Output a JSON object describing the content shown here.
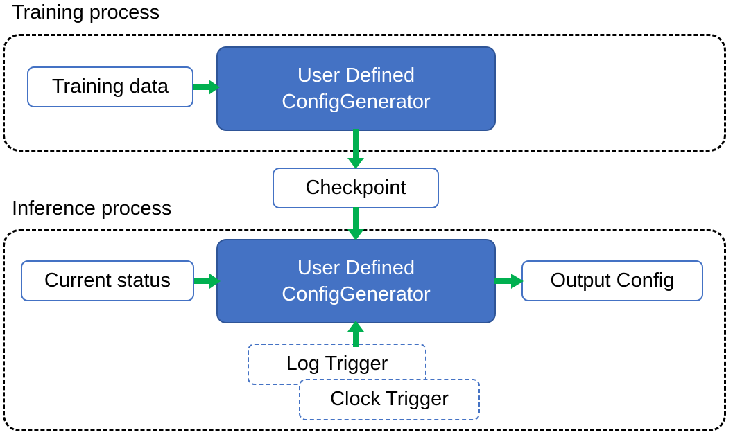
{
  "diagram": {
    "title_training": "Training process",
    "title_inference": "Inference process",
    "colors": {
      "process_fill": "#4472C4",
      "process_border": "#2F5597",
      "box_border": "#4472C4",
      "trigger_border": "#4472C4",
      "arrow": "#00B050",
      "container_border": "#000000",
      "text_dark": "#000000",
      "text_light": "#FFFFFF"
    },
    "training": {
      "input_box": "Training data",
      "process_line1": "User Defined",
      "process_line2": "ConfigGenerator"
    },
    "checkpoint": {
      "label": "Checkpoint"
    },
    "inference": {
      "input_box": "Current status",
      "process_line1": "User Defined",
      "process_line2": "ConfigGenerator",
      "output_box": "Output Config",
      "triggers": [
        {
          "label": "Log Trigger"
        },
        {
          "label": "Clock Trigger"
        }
      ]
    },
    "arrows": [
      {
        "name": "training-data-to-process",
        "direction": "right"
      },
      {
        "name": "training-process-to-checkpoint",
        "direction": "down"
      },
      {
        "name": "checkpoint-to-inference-process",
        "direction": "down"
      },
      {
        "name": "current-status-to-process",
        "direction": "right"
      },
      {
        "name": "process-to-output-config",
        "direction": "right"
      },
      {
        "name": "trigger-to-process",
        "direction": "up"
      }
    ]
  }
}
